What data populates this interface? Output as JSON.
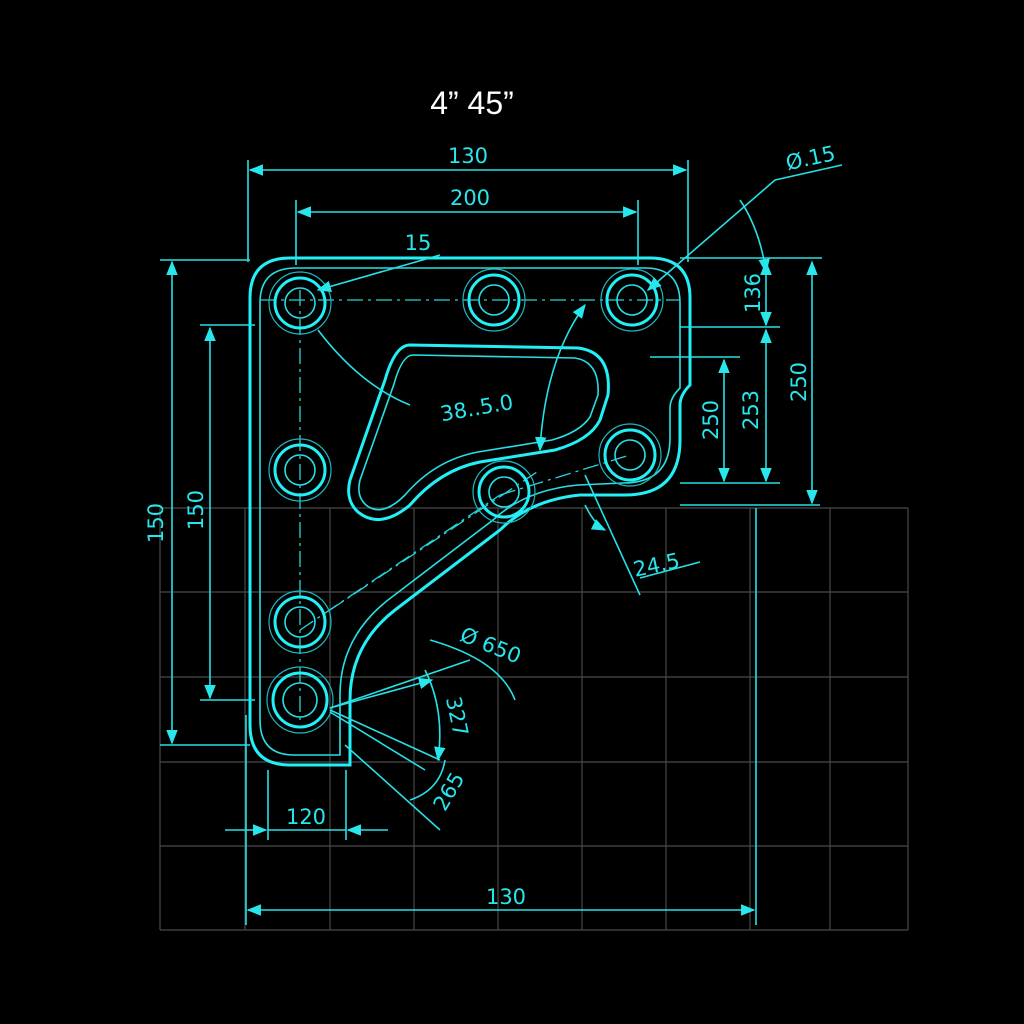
{
  "title": "4” 45”",
  "colors": {
    "background": "#000000",
    "line": "#27e6ec",
    "grid": "#4a4a4a",
    "title": "#ffffff"
  },
  "dimensions": {
    "top_outer_width": "130",
    "top_inner_width": "200",
    "corner_radius": "15",
    "hole_diameter_top_right": "Ø.15",
    "right_136": "136",
    "right_250_inner": "250",
    "right_253": "253",
    "right_250_outer": "250",
    "slot_label": "38..5.0",
    "angle_24_5": "24.5",
    "left_150_outer": "150",
    "left_150_inner": "150",
    "bottom_dia": "Ø 650",
    "angle_327": "327",
    "angle_265": "265",
    "bottom_120": "120",
    "bottom_130": "130"
  }
}
